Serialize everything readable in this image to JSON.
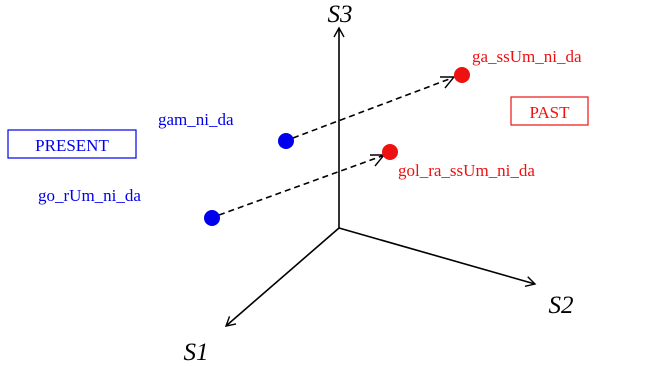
{
  "axes": {
    "s1": {
      "label": "S1"
    },
    "s2": {
      "label": "S2"
    },
    "s3": {
      "label": "S3"
    }
  },
  "groups": {
    "present": {
      "label": "PRESENT",
      "color": "#0000ee"
    },
    "past": {
      "label": "PAST",
      "color": "#ee1111"
    }
  },
  "points": {
    "gam_ni_da": {
      "label": "gam_ni_da",
      "group": "present"
    },
    "go_rUm_ni_da": {
      "label": "go_rUm_ni_da",
      "group": "present"
    },
    "ga_ssUm_ni_da": {
      "label": "ga_ssUm_ni_da",
      "group": "past"
    },
    "gol_ra_ssUm_ni_da": {
      "label": "gol_ra_ssUm_ni_da",
      "group": "past"
    }
  },
  "colors": {
    "axis": "#000000",
    "present": "#0000ee",
    "past": "#ee1111"
  }
}
